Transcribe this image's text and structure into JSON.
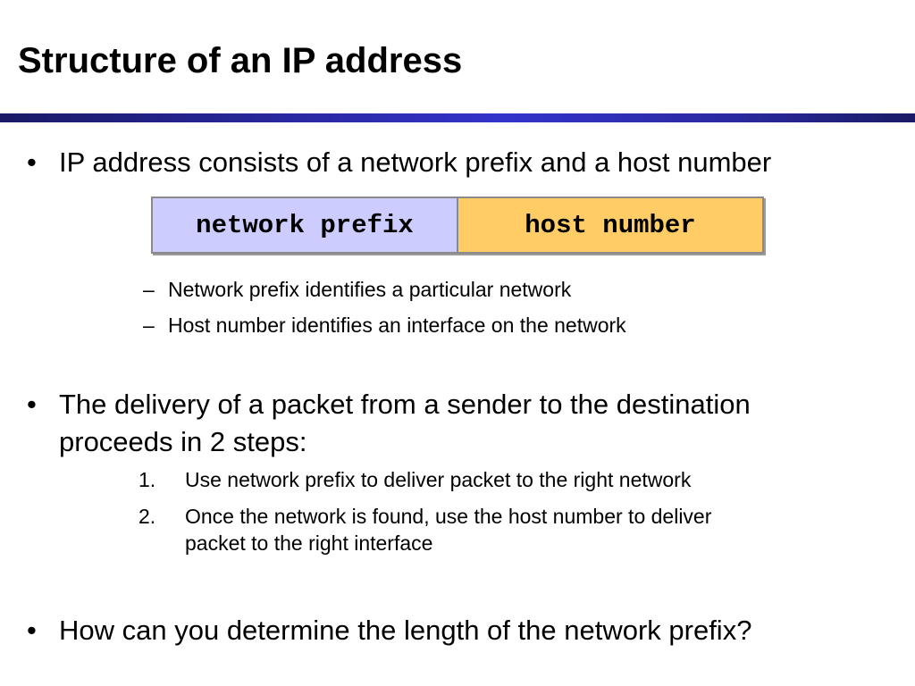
{
  "slide": {
    "title": "Structure of an IP address",
    "accent_color": "#3333cc"
  },
  "bullets": [
    {
      "marker": "•",
      "text": "IP address consists of a network prefix and a host number"
    },
    {
      "marker": "•",
      "lines": [
        "The delivery of a packet from a sender to the destination",
        "proceeds in 2 steps:"
      ]
    },
    {
      "marker": "•",
      "text": "How can you determine the length of the network prefix?"
    }
  ],
  "address_diagram": {
    "network_label": "network prefix",
    "host_label": "host number",
    "network_color": "#ccccff",
    "host_color": "#ffcc66"
  },
  "dash_items": [
    {
      "marker": "–",
      "text": "Network prefix identifies a particular network"
    },
    {
      "marker": "–",
      "text": "Host number identifies an interface on the network"
    }
  ],
  "steps": [
    {
      "marker": "1.",
      "lines": [
        "Use network prefix to deliver packet to the right network"
      ]
    },
    {
      "marker": "2.",
      "lines": [
        "Once the network is found, use the host number to deliver",
        "packet to the right interface"
      ]
    }
  ]
}
